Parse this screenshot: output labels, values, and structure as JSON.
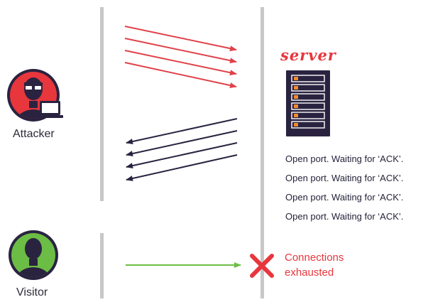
{
  "actors": {
    "attacker": {
      "label": "Attacker"
    },
    "visitor": {
      "label": "Visitor"
    }
  },
  "server": {
    "title": "server",
    "status_lines": [
      "Open port. Waiting for ‘ACK’.",
      "Open port. Waiting for ‘ACK’.",
      "Open port. Waiting for ‘ACK’.",
      "Open port. Waiting for ‘ACK’."
    ]
  },
  "visitor_result": {
    "line1": "Connections",
    "line2": "exhausted"
  },
  "colors": {
    "lane": "#c8c8c8",
    "attack_arrow": "#e0424a",
    "reply_arrow": "#2a2340",
    "visitor_arrow": "#6cbd45",
    "accent_red": "#e8363d",
    "server_dark": "#2a2340",
    "server_orange": "#f28a2e"
  }
}
